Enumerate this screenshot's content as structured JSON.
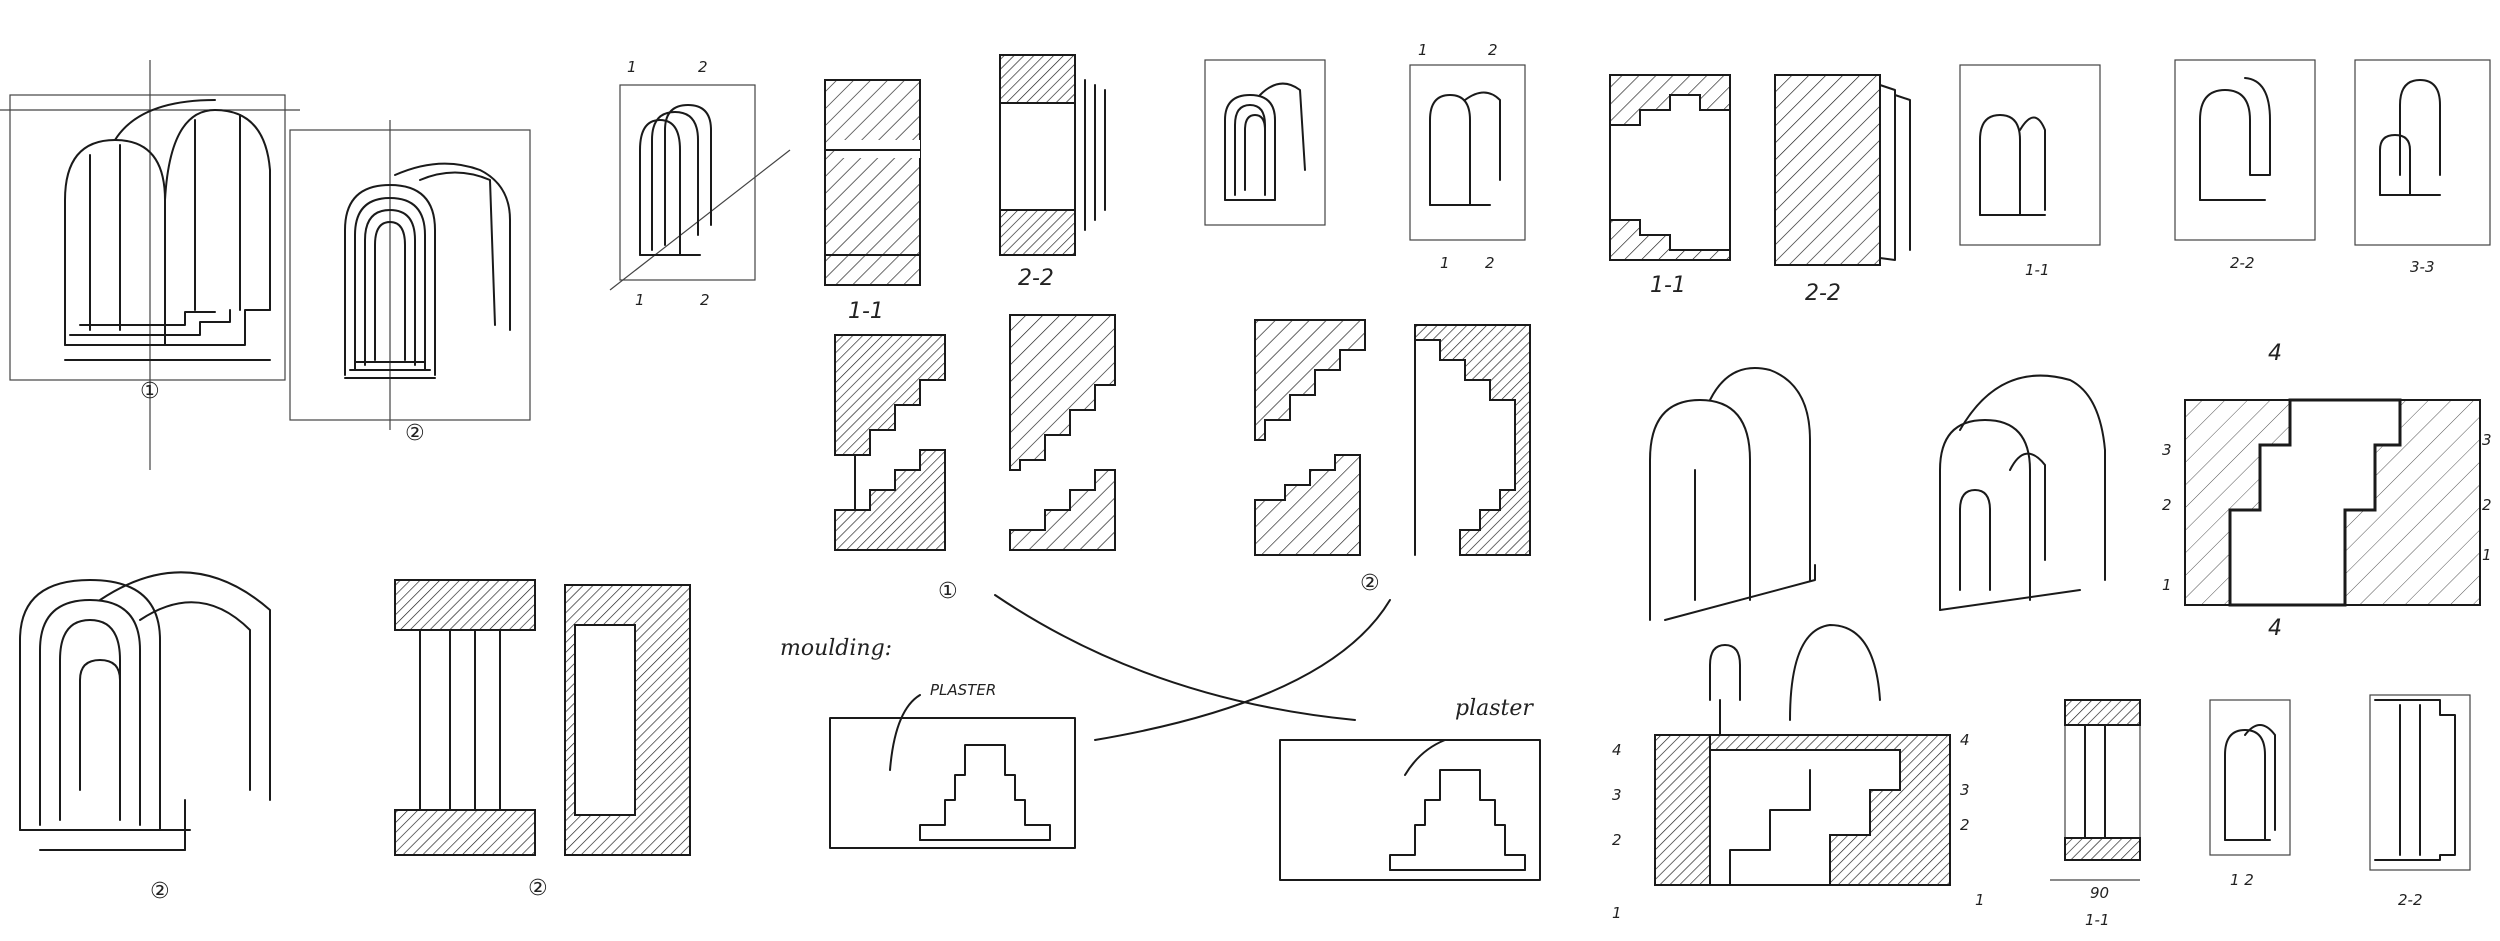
{
  "labels": {
    "sketch_1": "①",
    "sketch_2": "②",
    "sketch_2b": "②",
    "sketch_2c": "②",
    "plan_marks_top": [
      "1",
      "2"
    ],
    "plan_marks_bottom": [
      "1",
      "2"
    ],
    "section_1_1": "1-1",
    "section_2_2": "2-2",
    "mid_plan_marks_top": [
      "1",
      "2"
    ],
    "mid_plan_marks_bottom": [
      "1",
      "2"
    ],
    "sec_mid_1": "①",
    "sec_mid_2": "②",
    "moulding": "moulding:",
    "plaster_upper": "PLASTER",
    "plaster_lower": "plaster",
    "right_1_1": "1-1",
    "right_2_2": "2-2",
    "far_1_1": "1-1",
    "far_2_2": "2-2",
    "far_3_3": "3-3",
    "plan_4_top": "4",
    "plan_4_bottom": "4",
    "plan_4_left": [
      "3",
      "2",
      "1"
    ],
    "plan_4_right": [
      "3",
      "2",
      "1"
    ],
    "section_left": [
      "4",
      "3",
      "2",
      "1"
    ],
    "section_right": [
      "4",
      "3",
      "2",
      "1"
    ],
    "bottom_1_1": "1-1",
    "bottom_dim": "90",
    "bottom_plan": "1 2",
    "bottom_2_2": "2-2"
  }
}
